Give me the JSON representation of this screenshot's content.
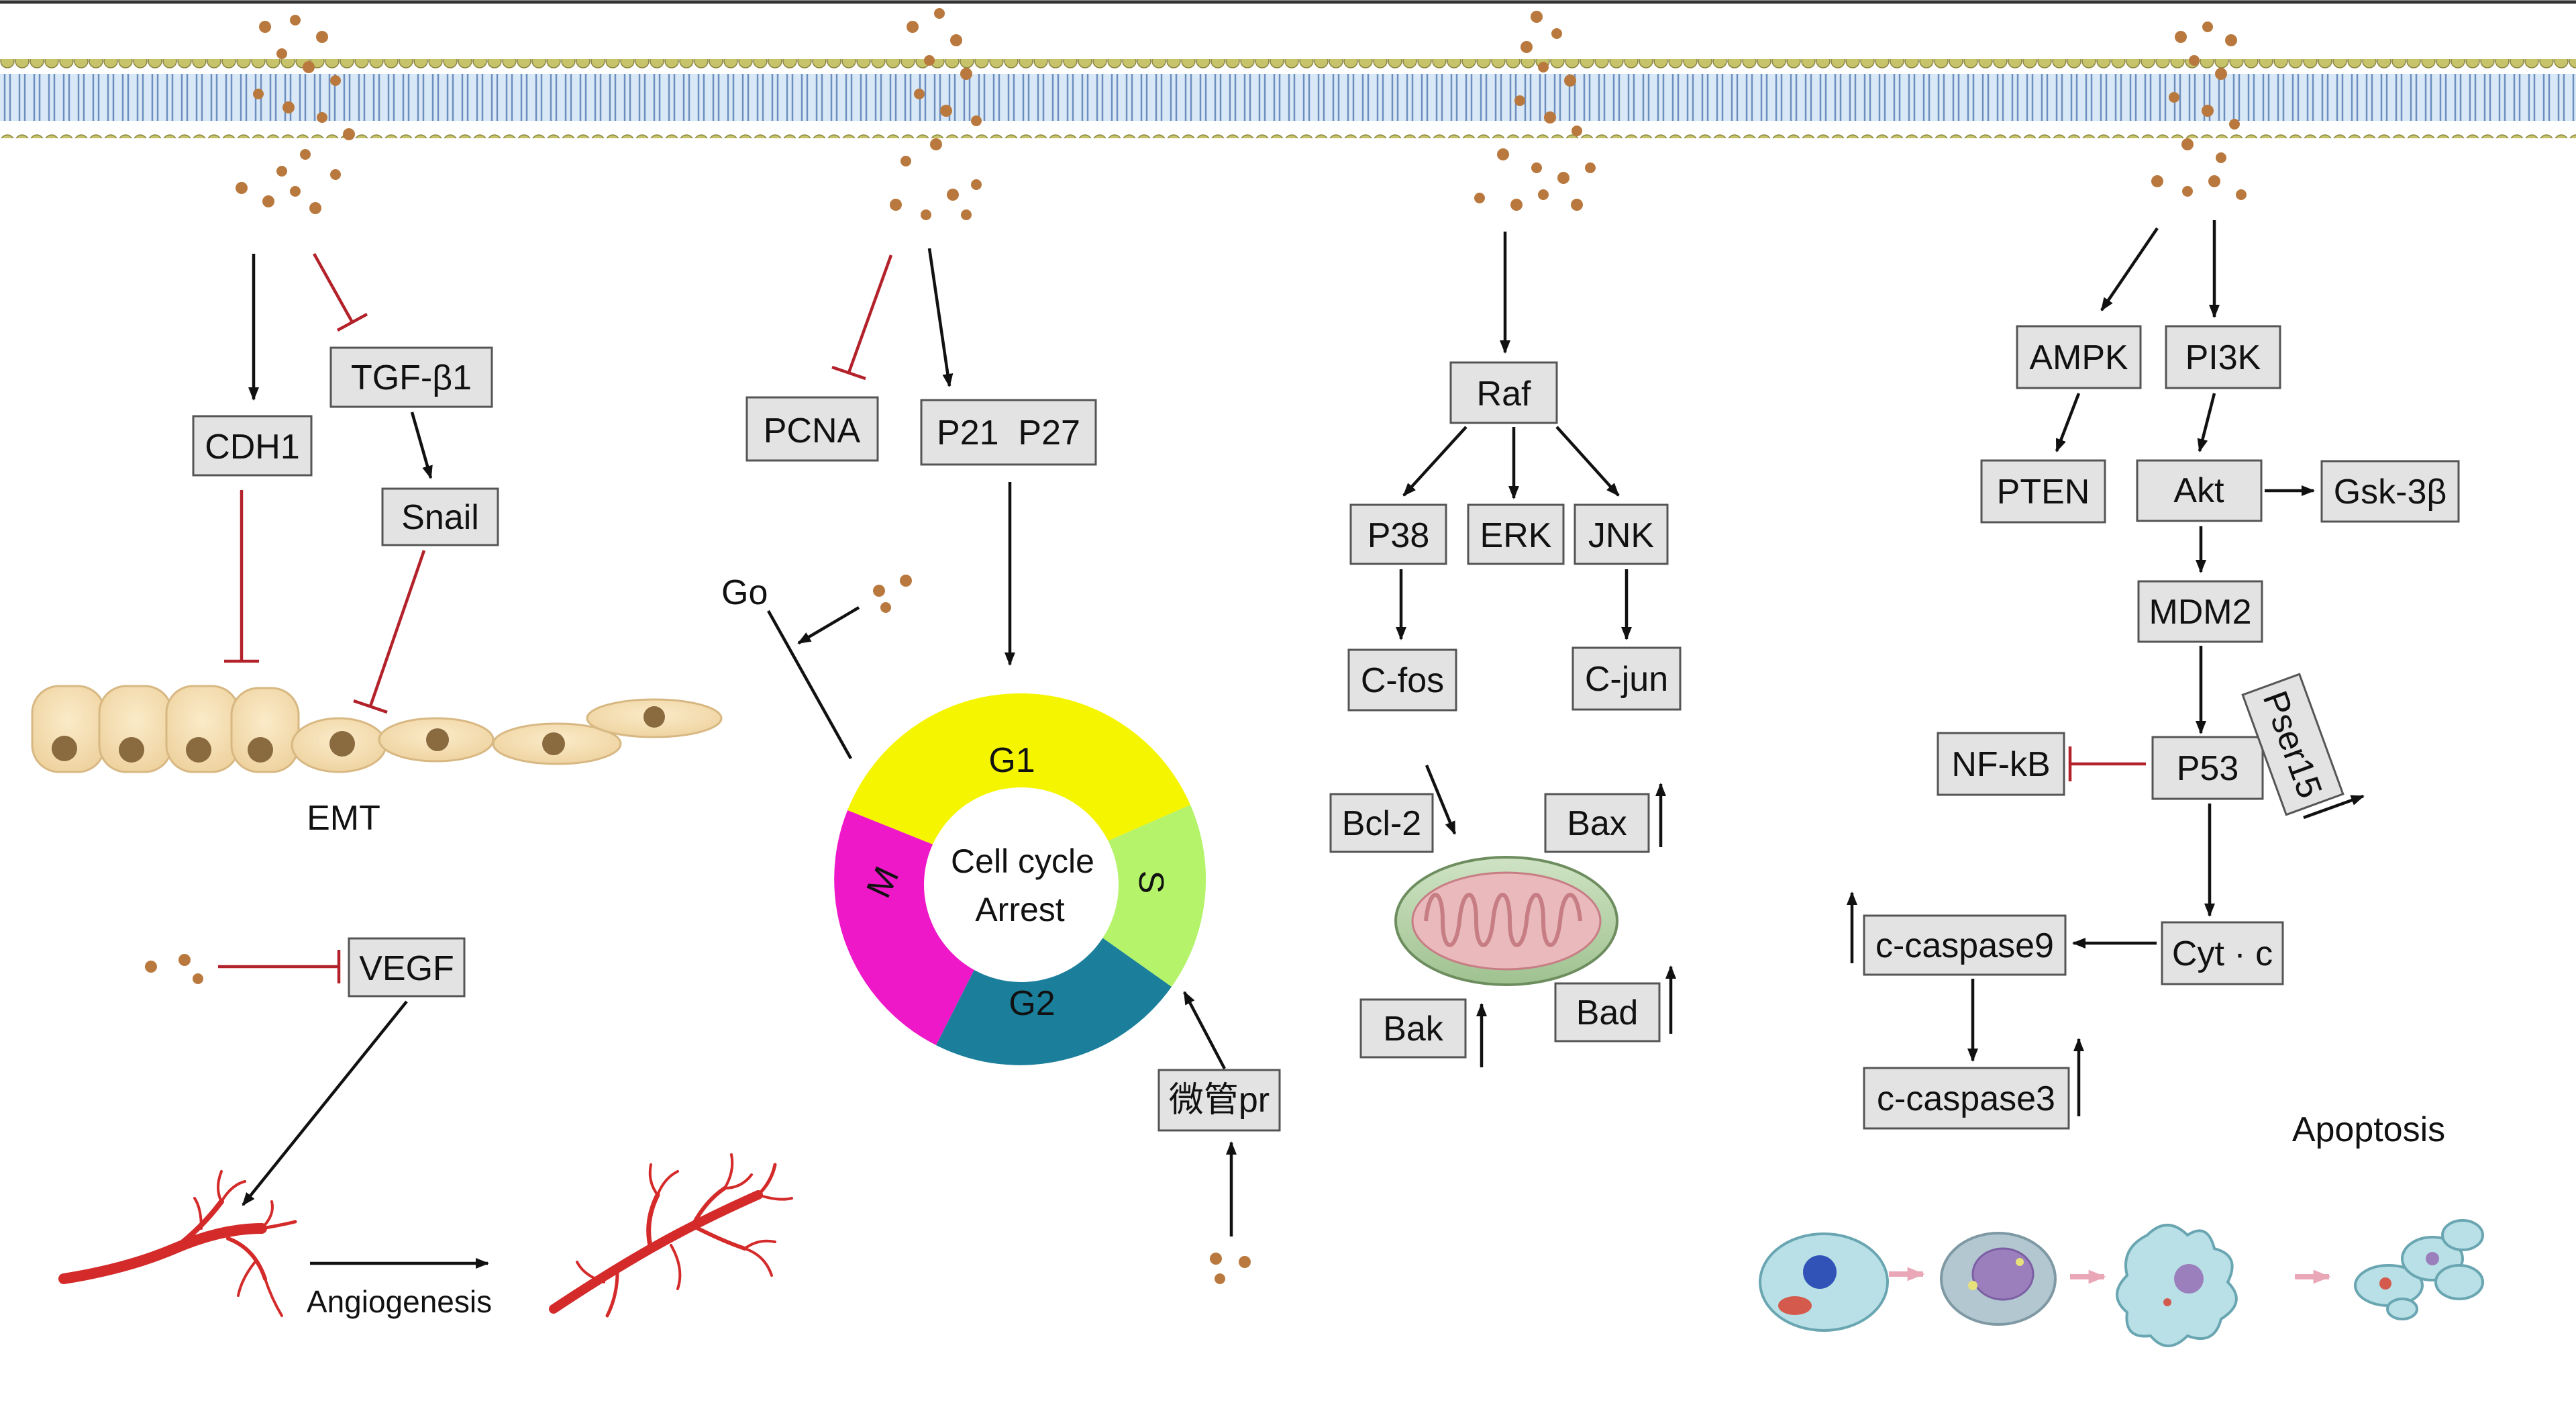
{
  "emt": {
    "cdh1": "CDH1",
    "tgfb1": "TGF-β1",
    "snail": "Snail",
    "label": "EMT",
    "vegf": "VEGF",
    "angiogenesis": "Angiogenesis"
  },
  "cell_cycle": {
    "pcna": "PCNA",
    "p21_p27": "P21  P27",
    "go": "Go",
    "center_line1": "Cell cycle",
    "center_line2": "Arrest",
    "phases": {
      "g1": "G1",
      "s": "S",
      "g2": "G2",
      "m": "M"
    },
    "microtubule": "微管pr"
  },
  "mapk": {
    "raf": "Raf",
    "p38": "P38",
    "erk": "ERK",
    "jnk": "JNK",
    "cfos": "C-fos",
    "cjun": "C-jun",
    "bcl2": "Bcl-2",
    "bax": "Bax",
    "bak": "Bak",
    "bad": "Bad"
  },
  "apoptosis": {
    "ampk": "AMPK",
    "pi3k": "PI3K",
    "pten": "PTEN",
    "akt": "Akt",
    "gsk3b": "Gsk-3β",
    "mdm2": "MDM2",
    "p53": "P53",
    "nfkb": "NF-kB",
    "pser15": "Pser15",
    "cytc": "Cyt · c",
    "casp9": "c-caspase9",
    "casp3": "c-caspase3",
    "label": "Apoptosis"
  },
  "colors": {
    "g1": "#f5f500",
    "s": "#b4f36a",
    "g2": "#1b7f9c",
    "m": "#ee18c8",
    "inhibition": "#b3222a",
    "particle": "#b9793e",
    "vessel": "#d42a2a"
  }
}
